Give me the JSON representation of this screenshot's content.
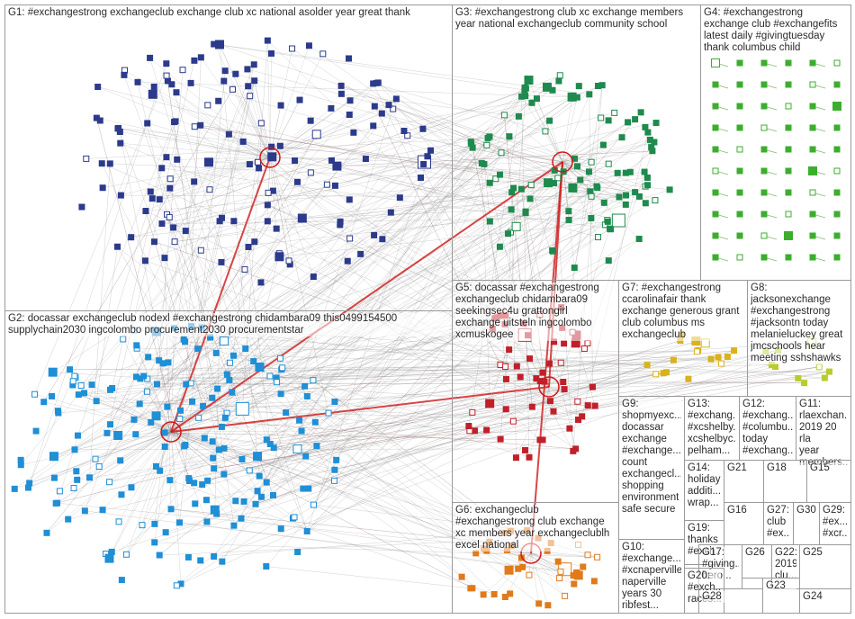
{
  "groups": [
    {
      "id": "G1",
      "label": "G1: #exchangestrong exchangeclub exchange club xc national asolder year great thank",
      "color": "#2c3a8c"
    },
    {
      "id": "G2",
      "label": "G2: docassar exchangeclub nodexl #exchangestrong chidambara09 this0499154500\nsupplychain2030 ingcolombo procurement2030 procurementstar",
      "color": "#1f8fd6"
    },
    {
      "id": "G3",
      "label": "G3: #exchangestrong club xc exchange members\nyear national exchangeclub community school",
      "color": "#1e8a4e"
    },
    {
      "id": "G4",
      "label": "G4: #exchangestrong\nexchange club #exchangefits\nlatest daily #givingtuesday\nthank columbus child",
      "color": "#3cae2e"
    },
    {
      "id": "G5",
      "label": "G5: docassar #exchangestrong\nexchangeclub chidambara09\nseekingsec4u grattongirl\nexchange uitsteln ingcolombo\nxcmuskogee",
      "color": "#c0202a"
    },
    {
      "id": "G6",
      "label": "G6: exchangeclub\n#exchangestrong club exchange\nxc members year exchangeclublh\nexcel national",
      "color": "#e07a1a"
    },
    {
      "id": "G7",
      "label": "G7: #exchangestrong\nccarolinafair thank\nexchange generous grant\nclub columbus ms\nexchangeclub",
      "color": "#d9b21c"
    },
    {
      "id": "G8",
      "label": "G8:\njacksonexchange\n#exchangestrong\n#jacksontn today\nmelanieluckey great\njmcschools hear\nmeeting sshshawks",
      "color": "#b8cc2a"
    },
    {
      "id": "G9",
      "label": "G9:\nshopmyexc...\ndocassar\nexchange\n#exchange...\ncount\nexchangecl...\nshopping\nenvironment\nsafe secure",
      "color": "#7a3fa8"
    },
    {
      "id": "G10",
      "label": "G10:\n#exchange...\n#xcnaperville\nnaperville\nyears 30\nribfest...",
      "color": "#8a5a2a"
    },
    {
      "id": "G11",
      "label": "G11:\nrlaexchan...\n2019 20 rla\nyear\nmembers...",
      "color": "#555555"
    },
    {
      "id": "G12",
      "label": "G12:\n#exchang...\n#columbu...\ntoday\n#exchang...",
      "color": "#555555"
    },
    {
      "id": "G13",
      "label": "G13:\n#exchang...\n#xcshelby...\nxcshelbyc...\npelham...",
      "color": "#555555"
    },
    {
      "id": "G14",
      "label": "G14:\nholiday\nadditi...\nwrap...",
      "color": "#555555"
    },
    {
      "id": "G15",
      "label": "G15",
      "color": "#2aa87a"
    },
    {
      "id": "G16",
      "label": "G16",
      "color": "#2aa87a"
    },
    {
      "id": "G17",
      "label": "G17:\n#giving...\nhero...",
      "color": "#555555"
    },
    {
      "id": "G18",
      "label": "G18",
      "color": "#2aa87a"
    },
    {
      "id": "G19",
      "label": "G19:\nthanks\n#exch...",
      "color": "#555555"
    },
    {
      "id": "G20",
      "label": "G20:\n#exch...\nraces...",
      "color": "#555555"
    },
    {
      "id": "G21",
      "label": "G21",
      "color": "#d23c8a"
    },
    {
      "id": "G22",
      "label": "G22:\n2019\nclu...",
      "color": "#555555"
    },
    {
      "id": "G23",
      "label": "G23",
      "color": "#555555"
    },
    {
      "id": "G24",
      "label": "G24",
      "color": "#555555"
    },
    {
      "id": "G25",
      "label": "G25",
      "color": "#555555"
    },
    {
      "id": "G26",
      "label": "G26",
      "color": "#555555"
    },
    {
      "id": "G27",
      "label": "G27:\nclub\n#ex...",
      "color": "#555555"
    },
    {
      "id": "G28",
      "label": "G28",
      "color": "#555555"
    },
    {
      "id": "G29",
      "label": "G29:\n#ex...\n#xcr...",
      "color": "#555555"
    },
    {
      "id": "G30",
      "label": "G30",
      "color": "#555555"
    }
  ],
  "colors": {
    "edge_gray": "#8c8c8c",
    "edge_dark": "#6a3a3a",
    "edge_red": "#d01818",
    "box_border": "#9a9a9a"
  }
}
